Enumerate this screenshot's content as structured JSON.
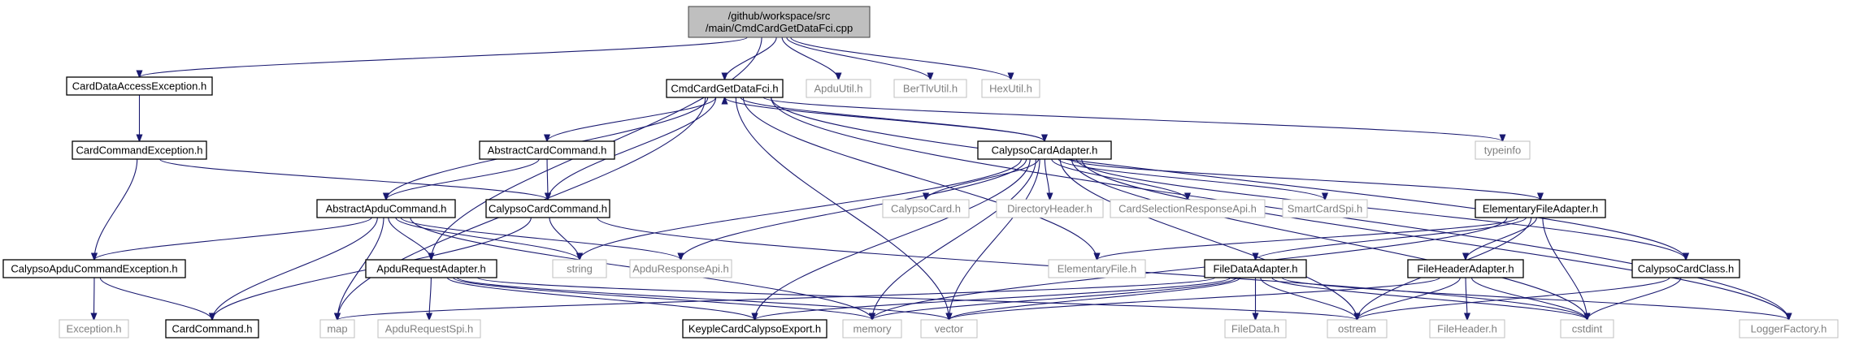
{
  "nodes": [
    {
      "id": "root",
      "lines": [
        "/github/workspace/src",
        "/main/CmdCardGetDataFci.cpp"
      ],
      "kind": "root"
    },
    {
      "id": "cdae",
      "lines": [
        "CardDataAccessException.h"
      ],
      "kind": "doc"
    },
    {
      "id": "ccgdf",
      "lines": [
        "CmdCardGetDataFci.h"
      ],
      "kind": "doc"
    },
    {
      "id": "apduutil",
      "lines": [
        "ApduUtil.h"
      ],
      "kind": "ext"
    },
    {
      "id": "bertlv",
      "lines": [
        "BerTlvUtil.h"
      ],
      "kind": "ext"
    },
    {
      "id": "hexutil",
      "lines": [
        "HexUtil.h"
      ],
      "kind": "ext"
    },
    {
      "id": "cce",
      "lines": [
        "CardCommandException.h"
      ],
      "kind": "doc"
    },
    {
      "id": "acc",
      "lines": [
        "AbstractCardCommand.h"
      ],
      "kind": "doc"
    },
    {
      "id": "cca",
      "lines": [
        "CalypsoCardAdapter.h"
      ],
      "kind": "doc"
    },
    {
      "id": "typeinfo",
      "lines": [
        "typeinfo"
      ],
      "kind": "ext"
    },
    {
      "id": "aac",
      "lines": [
        "AbstractApduCommand.h"
      ],
      "kind": "doc"
    },
    {
      "id": "ccc",
      "lines": [
        "CalypsoCardCommand.h"
      ],
      "kind": "doc"
    },
    {
      "id": "calypsocard",
      "lines": [
        "CalypsoCard.h"
      ],
      "kind": "ext"
    },
    {
      "id": "dirheader",
      "lines": [
        "DirectoryHeader.h"
      ],
      "kind": "ext"
    },
    {
      "id": "csra",
      "lines": [
        "CardSelectionResponseApi.h"
      ],
      "kind": "ext"
    },
    {
      "id": "scspi",
      "lines": [
        "SmartCardSpi.h"
      ],
      "kind": "ext"
    },
    {
      "id": "efa",
      "lines": [
        "ElementaryFileAdapter.h"
      ],
      "kind": "doc"
    },
    {
      "id": "cace",
      "lines": [
        "CalypsoApduCommandException.h"
      ],
      "kind": "doc"
    },
    {
      "id": "ara",
      "lines": [
        "ApduRequestAdapter.h"
      ],
      "kind": "doc"
    },
    {
      "id": "string",
      "lines": [
        "string"
      ],
      "kind": "ext"
    },
    {
      "id": "arapi",
      "lines": [
        "ApduResponseApi.h"
      ],
      "kind": "ext"
    },
    {
      "id": "ef",
      "lines": [
        "ElementaryFile.h"
      ],
      "kind": "ext"
    },
    {
      "id": "fda",
      "lines": [
        "FileDataAdapter.h"
      ],
      "kind": "doc"
    },
    {
      "id": "fha",
      "lines": [
        "FileHeaderAdapter.h"
      ],
      "kind": "doc"
    },
    {
      "id": "ccls",
      "lines": [
        "CalypsoCardClass.h"
      ],
      "kind": "doc"
    },
    {
      "id": "exception",
      "lines": [
        "Exception.h"
      ],
      "kind": "ext"
    },
    {
      "id": "cardcmd",
      "lines": [
        "CardCommand.h"
      ],
      "kind": "doc"
    },
    {
      "id": "map",
      "lines": [
        "map"
      ],
      "kind": "ext"
    },
    {
      "id": "arspi",
      "lines": [
        "ApduRequestSpi.h"
      ],
      "kind": "ext"
    },
    {
      "id": "kcce",
      "lines": [
        "KeypleCardCalypsoExport.h"
      ],
      "kind": "doc"
    },
    {
      "id": "memory",
      "lines": [
        "memory"
      ],
      "kind": "ext"
    },
    {
      "id": "vector",
      "lines": [
        "vector"
      ],
      "kind": "ext"
    },
    {
      "id": "filedata",
      "lines": [
        "FileData.h"
      ],
      "kind": "ext"
    },
    {
      "id": "ostream",
      "lines": [
        "ostream"
      ],
      "kind": "ext"
    },
    {
      "id": "fileheader",
      "lines": [
        "FileHeader.h"
      ],
      "kind": "ext"
    },
    {
      "id": "cstdint",
      "lines": [
        "cstdint"
      ],
      "kind": "ext"
    },
    {
      "id": "loggerfactory",
      "lines": [
        "LoggerFactory.h"
      ],
      "kind": "ext"
    }
  ],
  "edges": [
    [
      "root",
      "cdae"
    ],
    [
      "root",
      "ccgdf"
    ],
    [
      "root",
      "apduutil"
    ],
    [
      "root",
      "bertlv"
    ],
    [
      "root",
      "hexutil"
    ],
    [
      "root",
      "ara"
    ],
    [
      "cdae",
      "cce"
    ],
    [
      "cce",
      "ccc"
    ],
    [
      "cce",
      "cace"
    ],
    [
      "ccgdf",
      "acc"
    ],
    [
      "ccgdf",
      "aac"
    ],
    [
      "ccgdf",
      "ccc"
    ],
    [
      "ccgdf",
      "cca"
    ],
    [
      "ccgdf",
      "typeinfo"
    ],
    [
      "ccgdf",
      "map"
    ],
    [
      "ccgdf",
      "vector"
    ],
    [
      "ccgdf",
      "ef"
    ],
    [
      "ccgdf",
      "ccls"
    ],
    [
      "ccgdf",
      "loggerfactory"
    ],
    [
      "acc",
      "aac"
    ],
    [
      "acc",
      "ccc"
    ],
    [
      "cca",
      "ccgdf"
    ],
    [
      "cca",
      "calypsocard"
    ],
    [
      "cca",
      "dirheader"
    ],
    [
      "cca",
      "csra"
    ],
    [
      "cca",
      "scspi"
    ],
    [
      "cca",
      "efa"
    ],
    [
      "cca",
      "ccls"
    ],
    [
      "cca",
      "string"
    ],
    [
      "cca",
      "arapi"
    ],
    [
      "cca",
      "kcce"
    ],
    [
      "cca",
      "memory"
    ],
    [
      "cca",
      "vector"
    ],
    [
      "cca",
      "ostream"
    ],
    [
      "cca",
      "cstdint"
    ],
    [
      "cca",
      "loggerfactory"
    ],
    [
      "aac",
      "cace"
    ],
    [
      "aac",
      "ara"
    ],
    [
      "aac",
      "cardcmd"
    ],
    [
      "aac",
      "map"
    ],
    [
      "aac",
      "string"
    ],
    [
      "aac",
      "arapi"
    ],
    [
      "aac",
      "memory"
    ],
    [
      "ccc",
      "cardcmd"
    ],
    [
      "ccc",
      "string"
    ],
    [
      "ccc",
      "cstdint"
    ],
    [
      "efa",
      "ef"
    ],
    [
      "efa",
      "fda"
    ],
    [
      "efa",
      "fha"
    ],
    [
      "efa",
      "memory"
    ],
    [
      "efa",
      "ostream"
    ],
    [
      "efa",
      "cstdint"
    ],
    [
      "cace",
      "exception"
    ],
    [
      "cace",
      "cardcmd"
    ],
    [
      "ara",
      "arspi"
    ],
    [
      "ara",
      "kcce"
    ],
    [
      "ara",
      "memory"
    ],
    [
      "ara",
      "vector"
    ],
    [
      "ara",
      "ostream"
    ],
    [
      "fda",
      "kcce"
    ],
    [
      "fda",
      "memory"
    ],
    [
      "fda",
      "vector"
    ],
    [
      "fda",
      "filedata"
    ],
    [
      "fda",
      "ostream"
    ],
    [
      "fda",
      "cstdint"
    ],
    [
      "fda",
      "loggerfactory"
    ],
    [
      "fda",
      "map"
    ],
    [
      "fha",
      "vector"
    ],
    [
      "fha",
      "fileheader"
    ],
    [
      "fha",
      "ostream"
    ],
    [
      "fha",
      "cstdint"
    ],
    [
      "ccls",
      "ostream"
    ],
    [
      "ccls",
      "cstdint"
    ]
  ]
}
